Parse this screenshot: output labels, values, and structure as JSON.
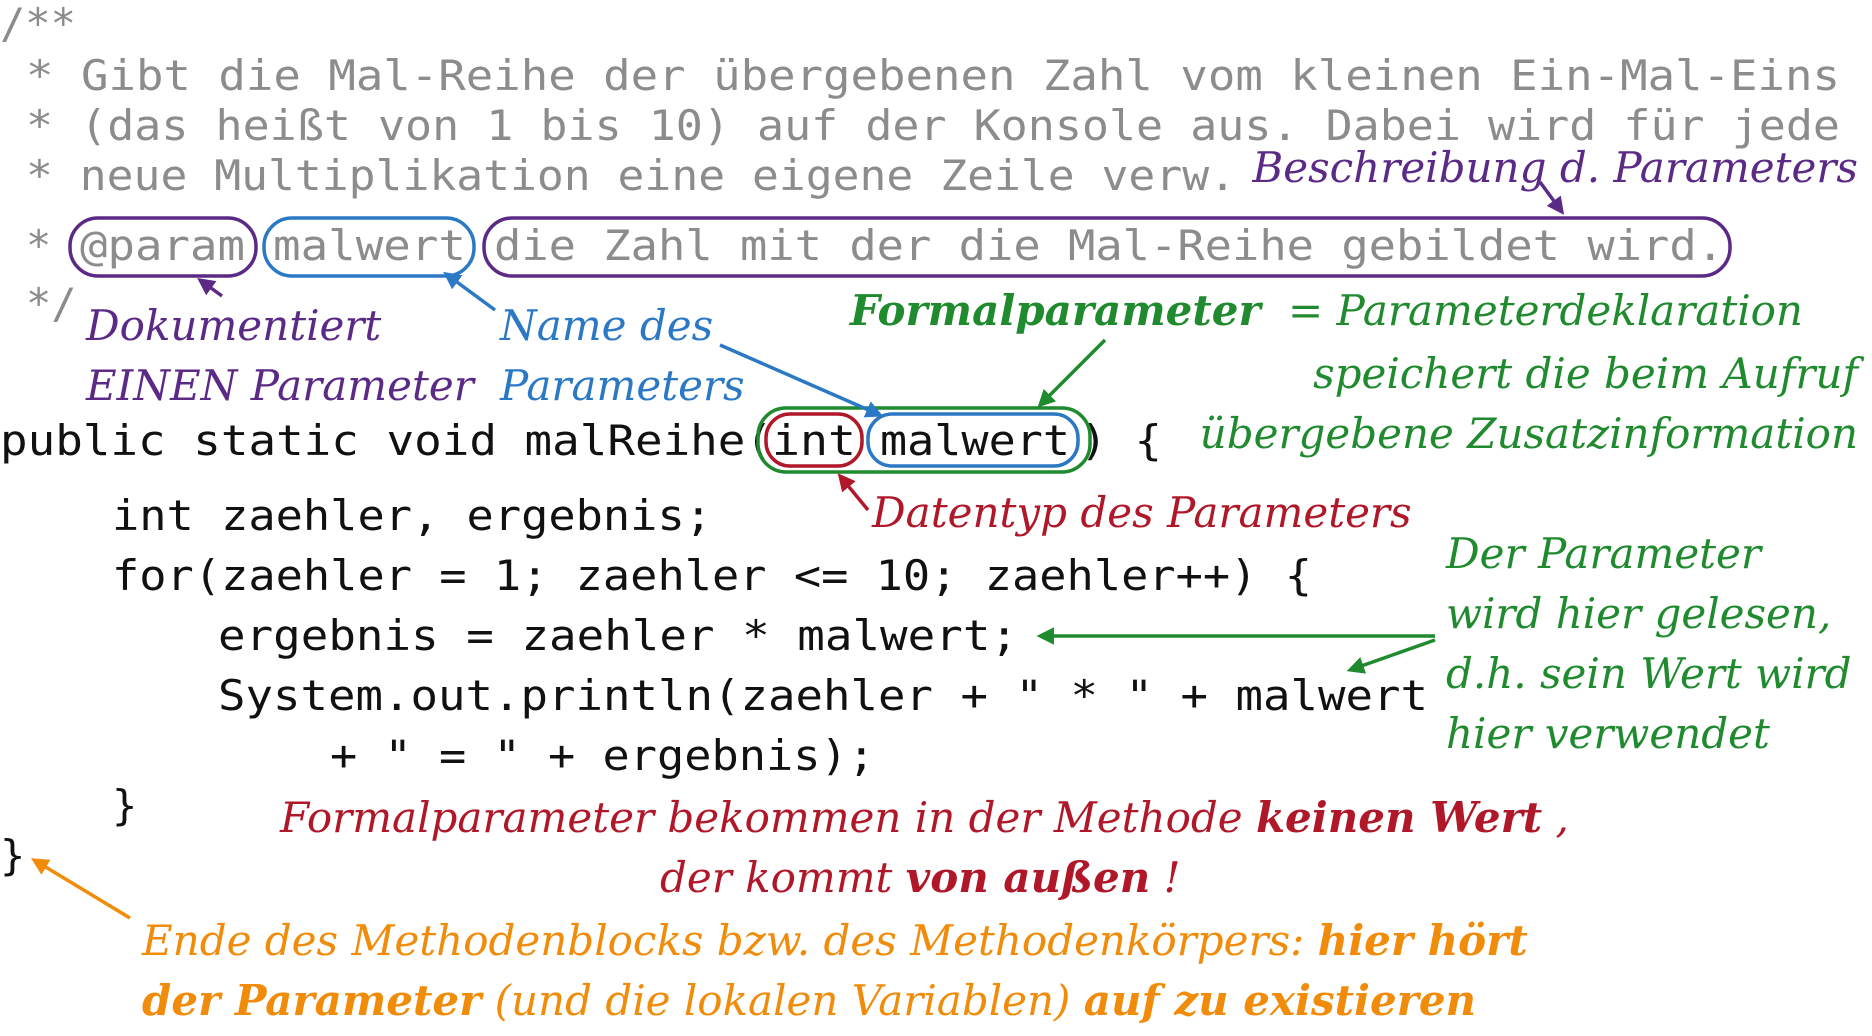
{
  "colors": {
    "comment": "#8c8c8c",
    "code": "#111111",
    "purple": "#5b2a86",
    "blue": "#2b78c5",
    "green": "#1f8a2e",
    "red": "#b0182a",
    "orange": "#f08c0a"
  },
  "javadoc": {
    "open": "/**",
    "line1": "* Gibt die Mal-Reihe der übergebenen Zahl vom kleinen Ein-Mal-Eins",
    "line2": "* (das heißt von 1 bis 10) auf der Konsole aus. Dabei wird für jede",
    "line3": "* neue Multiplikation eine eigene Zeile verw.",
    "star": "*",
    "param_tag": "@param",
    "param_name": "malwert",
    "param_desc": "die Zahl mit der die Mal-Reihe gebildet wird.",
    "close": "*/"
  },
  "code": {
    "sig_prefix": "public static void malReihe(",
    "sig_type": "int",
    "sig_name": "malwert",
    "sig_suffix": ") {",
    "decl": "int zaehler, ergebnis;",
    "for_line": "for(zaehler = 1; zaehler <= 10; zaehler++) {",
    "assign": "ergebnis = zaehler * malwert;",
    "print1": "System.out.println(zaehler + \" * \" + malwert",
    "print2": "+ \" = \" + ergebnis);",
    "close_for": "}",
    "close_method": "}"
  },
  "annotations": {
    "desc_label": "Beschreibung d. Parameters",
    "doc_line1": "Dokumentiert",
    "doc_line2": "EINEN Parameter",
    "name_line1": "Name des",
    "name_line2": "Parameters",
    "formal_bold": "Formalparameter",
    "formal_rest": "= Parameterdeklaration",
    "formal_line2": "speichert die beim Aufruf",
    "formal_line3": "übergebene Zusatzinformation",
    "type_label": "Datentyp des Parameters",
    "read_line1": "Der Parameter",
    "read_line2": "wird hier gelesen,",
    "read_line3": "d.h. sein Wert wird",
    "read_line4": "hier verwendet",
    "value_part1": "Formalparameter bekommen in der Methode ",
    "value_bold1": "keinen Wert",
    "value_part2": ",",
    "value_line2a": "der kommt ",
    "value_bold2": "von außen",
    "value_line2b": "!",
    "end_line1a": "Ende des Methodenblocks bzw. des Methodenkörpers: ",
    "end_bold1": "hier hört",
    "end_bold2": "der Parameter",
    "end_line2b": " (und die lokalen Variablen) ",
    "end_bold3": "auf zu existieren"
  }
}
